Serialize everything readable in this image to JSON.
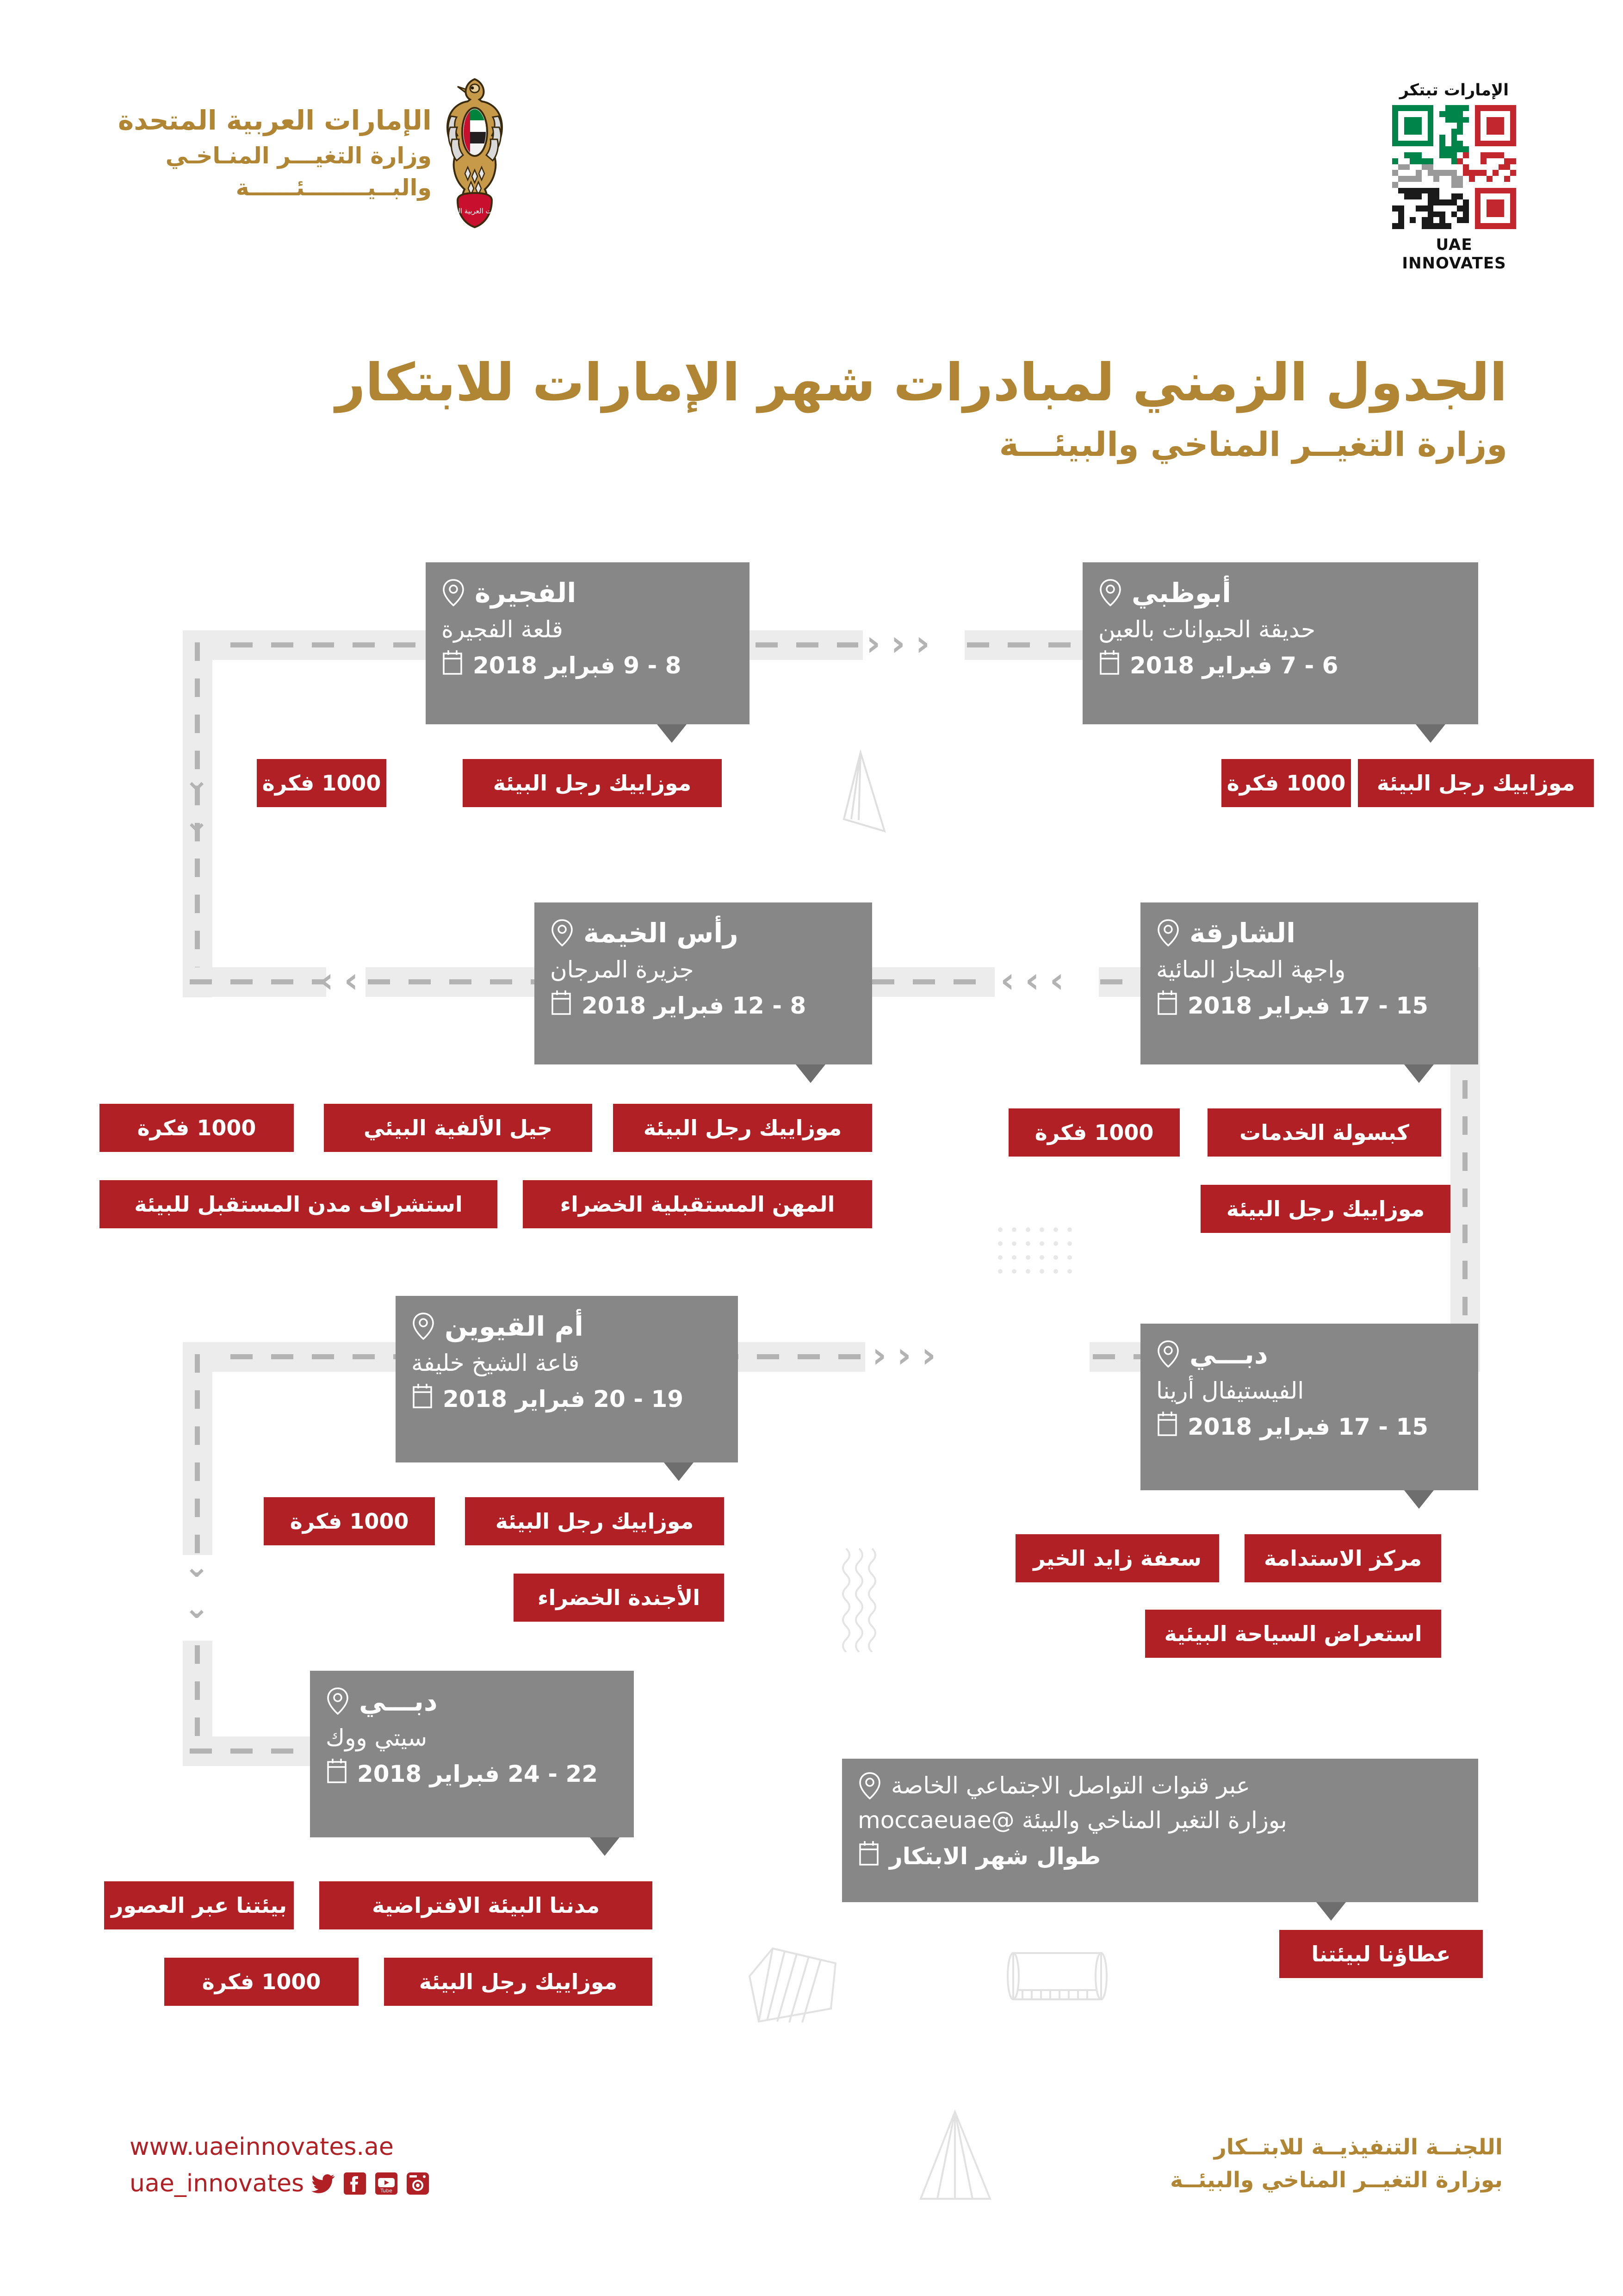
{
  "header": {
    "emblem_name": "uae-falcon-emblem",
    "gov_line1": "الإمارات العربية المتحدة",
    "gov_line2": "وزارة التغيـــر المنـاخـي",
    "gov_line3": "والبــيــــــــئــــــة",
    "innovates_ar": "الإمارات تبتكر",
    "innovates_en": "UAE INNOVATES"
  },
  "title": {
    "main": "الجدول الزمني لمبادرات شهر الإمارات للابتكار",
    "sub": "وزارة التغيــر المناخي والبيئـــة"
  },
  "icons": {
    "location": "location-pin-icon",
    "calendar": "calendar-icon",
    "chevron_left": "‹ ‹ ‹",
    "chevron_right": "› › ›",
    "chevron_down": "⌄"
  },
  "cards": [
    {
      "id": "abu-dhabi",
      "city": "أبوظبي",
      "venue": "حديقة الحيوانات بالعين",
      "date": "6 - 7 فبراير 2018",
      "tags": [
        "1000 فكرة",
        "موزاييك رجل البيئة"
      ]
    },
    {
      "id": "fujairah",
      "city": "الفجيرة",
      "venue": "قلعة الفجيرة",
      "date": "8 - 9 فبراير 2018",
      "tags": [
        "1000 فكرة",
        "موزاييك رجل البيئة"
      ]
    },
    {
      "id": "sharjah",
      "city": "الشارقة",
      "venue": "واجهة المجاز المائية",
      "date": "15 - 17 فبراير 2018",
      "tags": [
        "1000 فكرة",
        "كبسولة الخدمات",
        "موزاييك رجل البيئة"
      ]
    },
    {
      "id": "ras-al-khaimah",
      "city": "رأس الخيمة",
      "venue": "جزيرة المرجان",
      "date": "8 - 12 فبراير 2018",
      "tags": [
        "1000 فكرة",
        "جيل الألفية البيئي",
        "موزاييك رجل البيئة",
        "استشراف مدن المستقبل للبيئة",
        "المهن المستقبلية الخضراء"
      ]
    },
    {
      "id": "dubai-festival",
      "city": "دبـــي",
      "venue": "الفيستيفال أرينا",
      "date": "15 - 17 فبراير 2018",
      "tags": [
        "مركز الاستدامة",
        "سعفة زايد الخير",
        "استعراض السياحة البيئية"
      ]
    },
    {
      "id": "umm-al-quwain",
      "city": "أم القيوين",
      "venue": "قاعة الشيخ خليفة",
      "date": "19 - 20 فبراير 2018",
      "tags": [
        "1000 فكرة",
        "موزاييك رجل البيئة",
        "الأجندة الخضراء"
      ]
    },
    {
      "id": "dubai-city-walk",
      "city": "دبـــي",
      "venue": "سيتي ووك",
      "date": "22 - 24 فبراير 2018",
      "tags": [
        "بيئتنا عبر العصور",
        "مدننا البيئة الافتراضية",
        "1000 فكرة",
        "موزاييك رجل البيئة"
      ]
    },
    {
      "id": "social-media",
      "city": "عبر قنوات التواصل الاجتماعي الخاصة",
      "venue": "بوزارة التغير المناخي والبيئة @moccaeuae",
      "date": "طوال شهر الابتكار",
      "tags": [
        "عطاؤنا لبيئتنا"
      ]
    }
  ],
  "footer": {
    "url": "www.uaeinnovates.ae",
    "handle": "uae_innovates",
    "social": [
      "twitter-icon",
      "facebook-icon",
      "youtube-icon",
      "instagram-icon"
    ],
    "right_line1": "اللجنــة التنفيذيــة للابتــكار",
    "right_line2": "بوزارة التغيــر المناخي والبيئــة"
  },
  "colors": {
    "gold": "#b08635",
    "red": "#b02025",
    "card_gray": "#878787",
    "band_gray": "#ececec",
    "dash_gray": "#b3b3b3"
  }
}
